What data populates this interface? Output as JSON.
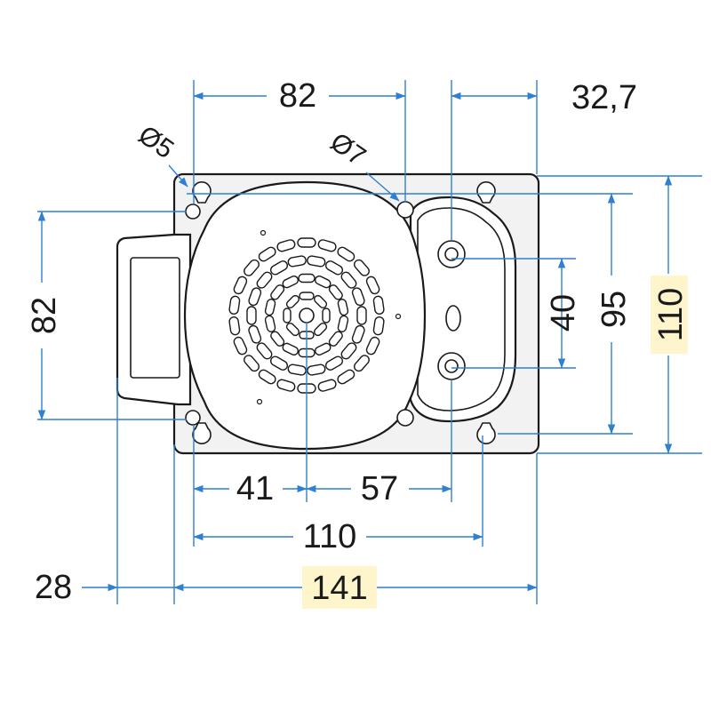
{
  "colors": {
    "dimension_line": "#2f7fd3",
    "outline": "#1a1a1a",
    "housing_fill": "#f2f2f2",
    "highlight": "#fff5cc"
  },
  "dimensions": {
    "top_holes_spacing": "82",
    "right_offset": "32,7",
    "hole_small_diameter": "Ø5",
    "hole_large_diameter": "Ø7",
    "left_holes_spacing": "82",
    "mount_holes_spacing": "40",
    "mount_height": "95",
    "overall_height": "110",
    "left_to_center": "41",
    "center_to_mount": "57",
    "bottom_holes_spacing": "110",
    "handle_depth": "28",
    "overall_width": "141"
  },
  "highlighted": [
    "overall_height",
    "overall_width"
  ]
}
